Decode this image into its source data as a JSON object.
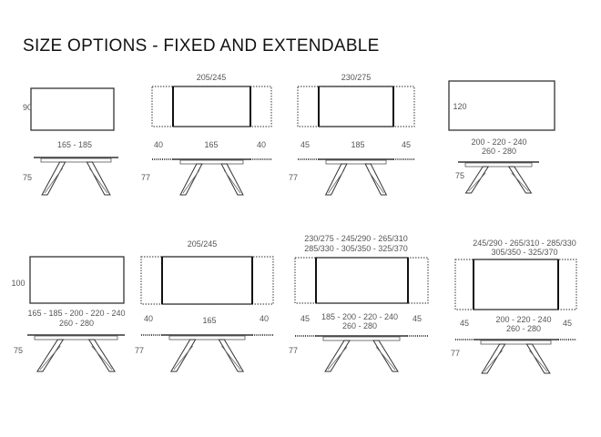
{
  "title": "SIZE OPTIONS - FIXED AND EXTENDABLE",
  "panels": [
    {
      "kind": "fixed",
      "width_label": "90",
      "length_label": "165 - 185",
      "height_label": "75"
    },
    {
      "kind": "extendable",
      "top_label": "205/245",
      "ext_left": "40",
      "length_label": "165",
      "ext_right": "40",
      "height_label": "77"
    },
    {
      "kind": "extendable",
      "top_label": "230/275",
      "ext_left": "45",
      "length_label": "185",
      "ext_right": "45",
      "height_label": "77"
    },
    {
      "kind": "fixed",
      "width_label": "120",
      "length_label": "200 - 220 - 240",
      "length_label2": "260 - 280",
      "height_label": "75"
    },
    {
      "kind": "fixed",
      "width_label": "100",
      "length_label": "165 - 185 - 200 - 220 - 240",
      "length_label2": "260 - 280",
      "height_label": "75"
    },
    {
      "kind": "extendable",
      "top_label": "205/245",
      "ext_left": "40",
      "length_label": "165",
      "ext_right": "40",
      "height_label": "77"
    },
    {
      "kind": "extendable",
      "top_label": "230/275 - 245/290 - 265/310",
      "top_label2": "285/330 - 305/350 - 325/370",
      "ext_left": "45",
      "length_label": "185 - 200 - 220 - 240",
      "length_label2": "260 - 280",
      "ext_right": "45",
      "height_label": "77"
    },
    {
      "kind": "extendable",
      "top_label": "245/290 - 265/310 - 285/330",
      "top_label2": "305/350 - 325/370",
      "ext_left": "45",
      "length_label": "200 - 220 - 240",
      "length_label2": "260 - 280",
      "ext_right": "45",
      "height_label": "77"
    }
  ]
}
